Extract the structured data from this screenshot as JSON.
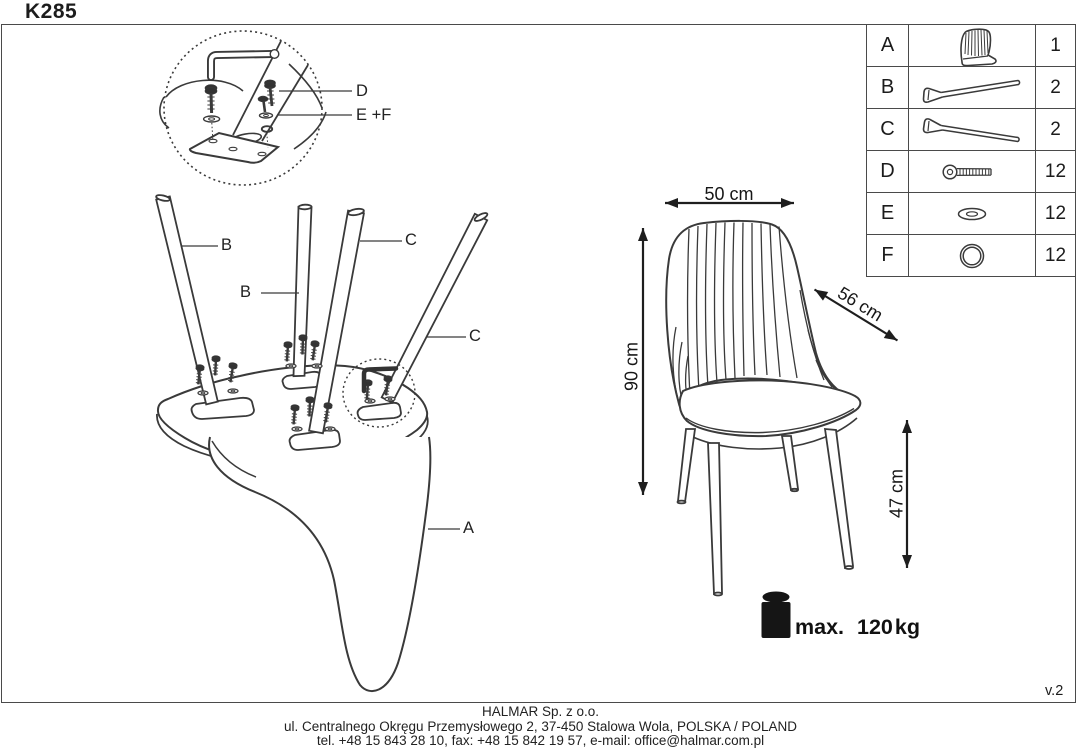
{
  "title": "K285",
  "version": "v.2",
  "parts_table": {
    "rows": [
      {
        "letter": "A",
        "qty": "1",
        "icon": "seat-shell"
      },
      {
        "letter": "B",
        "qty": "2",
        "icon": "leg-with-bracket-up"
      },
      {
        "letter": "C",
        "qty": "2",
        "icon": "leg-with-bracket-down"
      },
      {
        "letter": "D",
        "qty": "12",
        "icon": "bolt"
      },
      {
        "letter": "E",
        "qty": "12",
        "icon": "washer"
      },
      {
        "letter": "F",
        "qty": "12",
        "icon": "lock-ring"
      }
    ]
  },
  "exploded_view": {
    "labels": {
      "leg_b1": "B",
      "leg_b2": "B",
      "leg_c1": "C",
      "leg_c2": "C",
      "shell": "A",
      "detail_bolt": "D",
      "detail_washer_ring": "E +F"
    }
  },
  "dimensions": {
    "width": "50 cm",
    "height": "90 cm",
    "depth": "56 cm",
    "seat_height": "47 cm"
  },
  "max_load": {
    "label": "max.",
    "value": "120",
    "unit": "kg"
  },
  "footer": {
    "company": "HALMAR Sp. z o.o.",
    "address": "ul. Centralnego Okręgu Przemysłowego 2, 37-450 Stalowa Wola, POLSKA / POLAND",
    "contact": "tel. +48 15 843 28 10, fax: +48 15 842 19 57, e-mail: office@halmar.com.pl"
  }
}
